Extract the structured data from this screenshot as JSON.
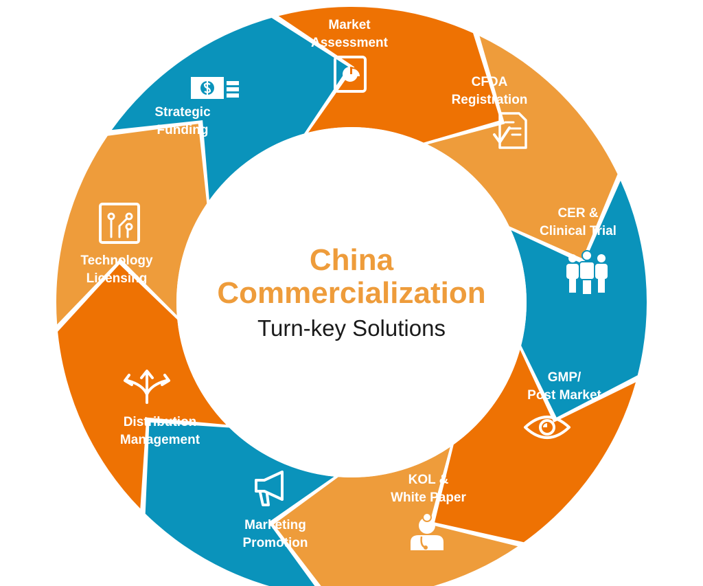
{
  "center": {
    "title_line1": "China",
    "title_line2": "Commercialization",
    "subtitle": "Turn-key Solutions"
  },
  "colors": {
    "dark_orange": "#ee7203",
    "light_orange": "#ee9c3b",
    "blue": "#0a93bb",
    "title": "#ee9c3b",
    "subtitle": "#1a1a1a",
    "icon": "#ffffff"
  },
  "segments": [
    {
      "line1": "Market",
      "line2": "Assessment",
      "icon": "pie-chart-icon",
      "color": "dark_orange"
    },
    {
      "line1": "CFDA",
      "line2": "Registration",
      "icon": "document-check-icon",
      "color": "light_orange"
    },
    {
      "line1": "CER &",
      "line2": "Clinical Trial",
      "icon": "people-group-icon",
      "color": "blue"
    },
    {
      "line1": "GMP/",
      "line2": "Post Market",
      "icon": "eye-icon",
      "color": "dark_orange"
    },
    {
      "line1": "KOL &",
      "line2": "White Paper",
      "icon": "doctor-icon",
      "color": "light_orange"
    },
    {
      "line1": "Marketing",
      "line2": "Promotion",
      "icon": "megaphone-icon",
      "color": "blue"
    },
    {
      "line1": "Distribution",
      "line2": "Management",
      "icon": "split-arrows-icon",
      "color": "dark_orange"
    },
    {
      "line1": "Technology",
      "line2": "Licensing",
      "icon": "circuit-chip-icon",
      "color": "light_orange"
    },
    {
      "line1": "Strategic",
      "line2": "Funding",
      "icon": "money-icon",
      "color": "blue"
    }
  ]
}
